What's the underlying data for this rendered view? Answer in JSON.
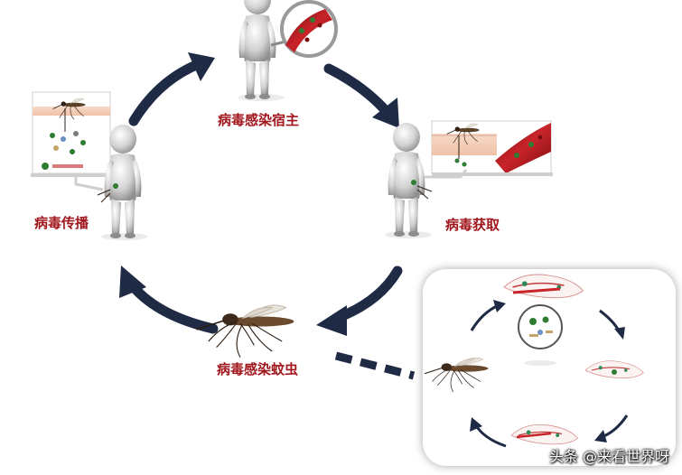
{
  "labels": {
    "infect_host": "病毒感染宿主",
    "acquire": "病毒获取",
    "infect_mosquito": "病毒感染蚊虫",
    "transmit": "病毒传播"
  },
  "watermark": "头条 @来看世界呀",
  "colors": {
    "arrow": "#1f2a44",
    "label": "#a0161c",
    "blood": "#b0151b",
    "virus": "#2e7d32"
  }
}
